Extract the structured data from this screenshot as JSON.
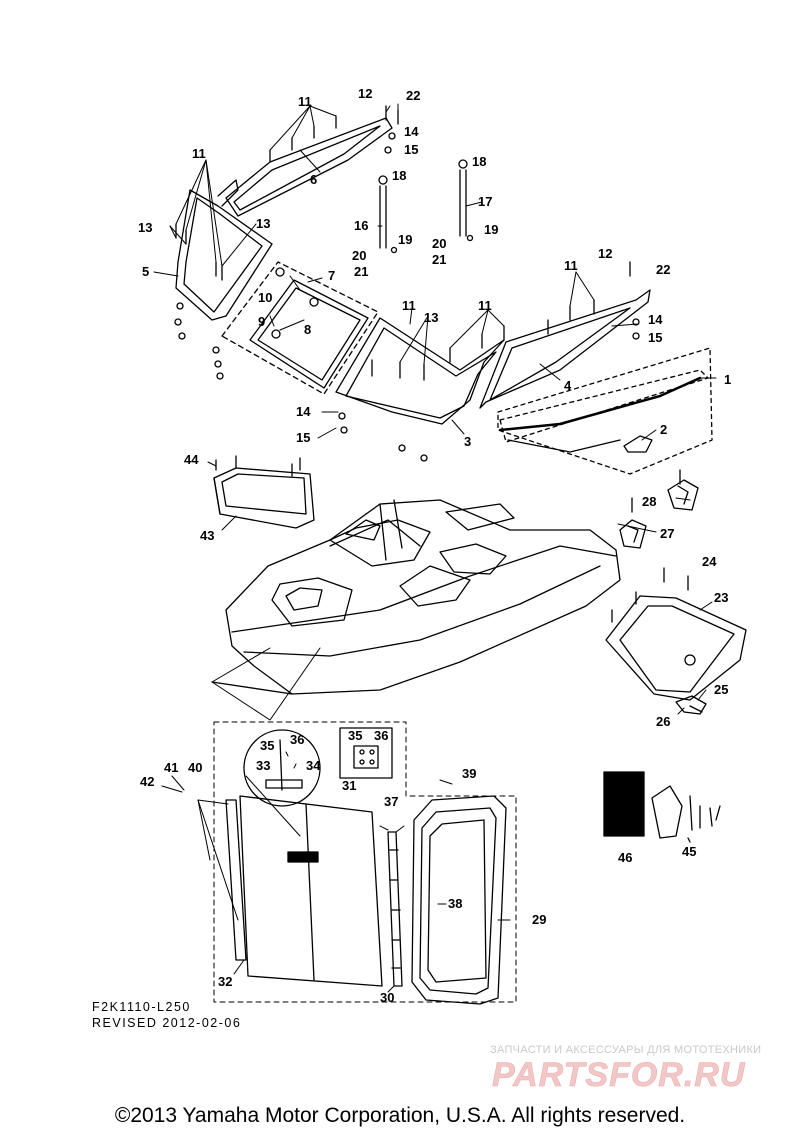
{
  "callouts": [
    {
      "id": "1",
      "text": "1"
    },
    {
      "id": "2",
      "text": "2"
    },
    {
      "id": "3",
      "text": "3"
    },
    {
      "id": "4",
      "text": "4"
    },
    {
      "id": "5",
      "text": "5"
    },
    {
      "id": "6",
      "text": "6"
    },
    {
      "id": "7",
      "text": "7"
    },
    {
      "id": "8",
      "text": "8"
    },
    {
      "id": "9",
      "text": "9"
    },
    {
      "id": "10",
      "text": "10"
    },
    {
      "id": "11a",
      "text": "11"
    },
    {
      "id": "11b",
      "text": "11"
    },
    {
      "id": "11c",
      "text": "11"
    },
    {
      "id": "11d",
      "text": "11"
    },
    {
      "id": "11e",
      "text": "11"
    },
    {
      "id": "12a",
      "text": "12"
    },
    {
      "id": "12b",
      "text": "12"
    },
    {
      "id": "13a",
      "text": "13"
    },
    {
      "id": "13b",
      "text": "13"
    },
    {
      "id": "13c",
      "text": "13"
    },
    {
      "id": "14a",
      "text": "14"
    },
    {
      "id": "14b",
      "text": "14"
    },
    {
      "id": "14c",
      "text": "14"
    },
    {
      "id": "15a",
      "text": "15"
    },
    {
      "id": "15b",
      "text": "15"
    },
    {
      "id": "15c",
      "text": "15"
    },
    {
      "id": "16",
      "text": "16"
    },
    {
      "id": "17",
      "text": "17"
    },
    {
      "id": "18a",
      "text": "18"
    },
    {
      "id": "18b",
      "text": "18"
    },
    {
      "id": "19a",
      "text": "19"
    },
    {
      "id": "19b",
      "text": "19"
    },
    {
      "id": "20a",
      "text": "20"
    },
    {
      "id": "20b",
      "text": "20"
    },
    {
      "id": "21a",
      "text": "21"
    },
    {
      "id": "21b",
      "text": "21"
    },
    {
      "id": "22a",
      "text": "22"
    },
    {
      "id": "22b",
      "text": "22"
    },
    {
      "id": "23",
      "text": "23"
    },
    {
      "id": "24",
      "text": "24"
    },
    {
      "id": "25",
      "text": "25"
    },
    {
      "id": "26",
      "text": "26"
    },
    {
      "id": "27",
      "text": "27"
    },
    {
      "id": "28",
      "text": "28"
    },
    {
      "id": "29",
      "text": "29"
    },
    {
      "id": "30",
      "text": "30"
    },
    {
      "id": "31",
      "text": "31"
    },
    {
      "id": "32",
      "text": "32"
    },
    {
      "id": "33",
      "text": "33"
    },
    {
      "id": "34",
      "text": "34"
    },
    {
      "id": "35a",
      "text": "35"
    },
    {
      "id": "35b",
      "text": "35"
    },
    {
      "id": "36a",
      "text": "36"
    },
    {
      "id": "36b",
      "text": "36"
    },
    {
      "id": "37",
      "text": "37"
    },
    {
      "id": "38",
      "text": "38"
    },
    {
      "id": "39",
      "text": "39"
    },
    {
      "id": "40",
      "text": "40"
    },
    {
      "id": "41",
      "text": "41"
    },
    {
      "id": "42",
      "text": "42"
    },
    {
      "id": "43",
      "text": "43"
    },
    {
      "id": "44",
      "text": "44"
    },
    {
      "id": "45",
      "text": "45"
    },
    {
      "id": "46",
      "text": "46"
    }
  ],
  "drawing_number": "F2K1110-L250",
  "revision": "REVISED 2012-02-06",
  "watermark": {
    "tagline": "ЗАПЧАСТИ И АКСЕССУАРЫ ДЛЯ МОТОТЕХНИКИ",
    "brand": "PARTSFOR.RU"
  },
  "copyright": "©2013 Yamaha Motor Corporation, U.S.A. All rights reserved.",
  "colors": {
    "line": "#000000",
    "watermark_text": "#c9c9c9",
    "watermark_logo": "#f2c7c7"
  }
}
